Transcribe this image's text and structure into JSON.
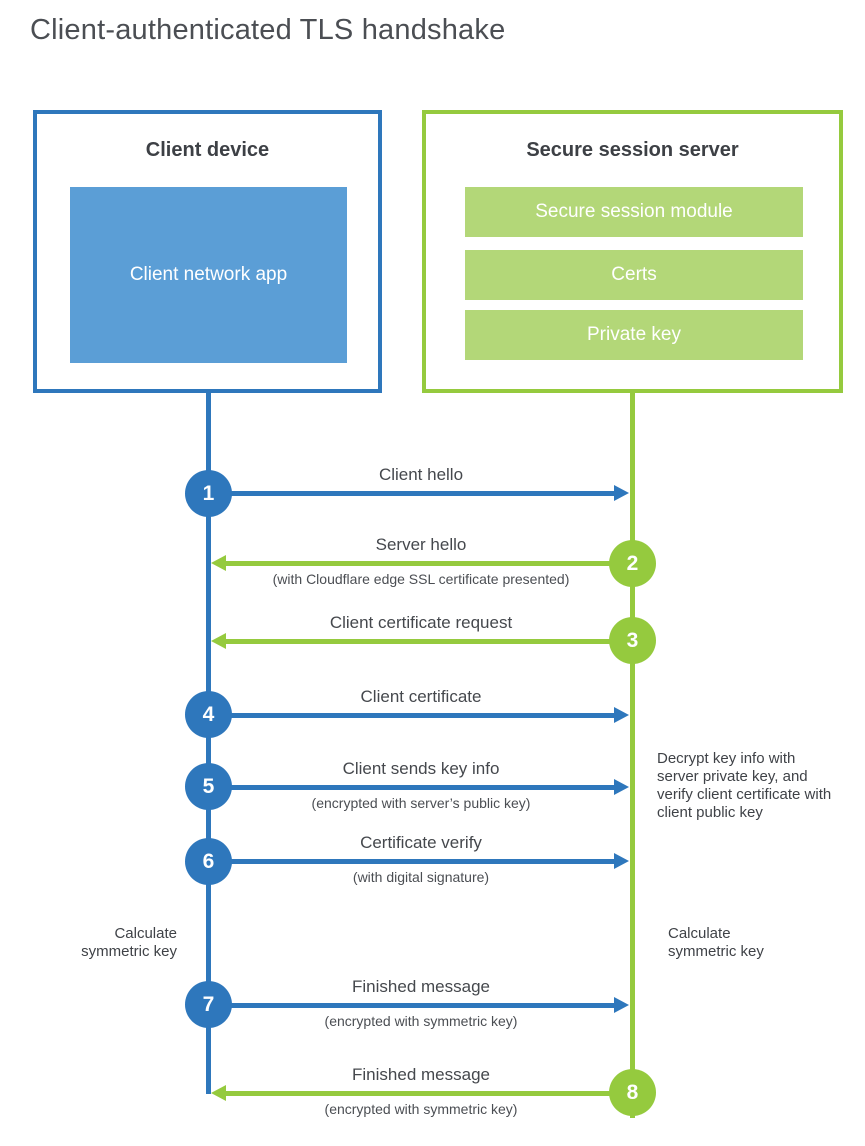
{
  "title": "Client-authenticated TLS handshake",
  "colors": {
    "blue": "#2e77bc",
    "blue_fill": "#5b9ed6",
    "green": "#95ca3e",
    "green_fill": "#b3d778"
  },
  "client": {
    "title": "Client device",
    "app_label": "Client network app"
  },
  "server": {
    "title": "Secure session server",
    "bars": [
      "Secure session module",
      "Certs",
      "Private key"
    ]
  },
  "messages": [
    {
      "num": "1",
      "label": "Client hello",
      "sublabel": "",
      "direction": "client-to-server"
    },
    {
      "num": "2",
      "label": "Server hello",
      "sublabel": "(with Cloudflare edge SSL certificate presented)",
      "direction": "server-to-client"
    },
    {
      "num": "3",
      "label": "Client certificate request",
      "sublabel": "",
      "direction": "server-to-client"
    },
    {
      "num": "4",
      "label": "Client certificate",
      "sublabel": "",
      "direction": "client-to-server"
    },
    {
      "num": "5",
      "label": "Client sends key info",
      "sublabel": "(encrypted with server’s public key)",
      "direction": "client-to-server"
    },
    {
      "num": "6",
      "label": "Certificate verify",
      "sublabel": "(with digital signature)",
      "direction": "client-to-server"
    },
    {
      "num": "7",
      "label": "Finished message",
      "sublabel": "(encrypted with symmetric key)",
      "direction": "client-to-server"
    },
    {
      "num": "8",
      "label": "Finished message",
      "sublabel": "(encrypted with symmetric key)",
      "direction": "server-to-client"
    }
  ],
  "notes": {
    "server_decrypt": "Decrypt key info with server private key, and verify client certificate with client public key",
    "client_calc": "Calculate symmetric key",
    "server_calc": "Calculate symmetric key"
  }
}
